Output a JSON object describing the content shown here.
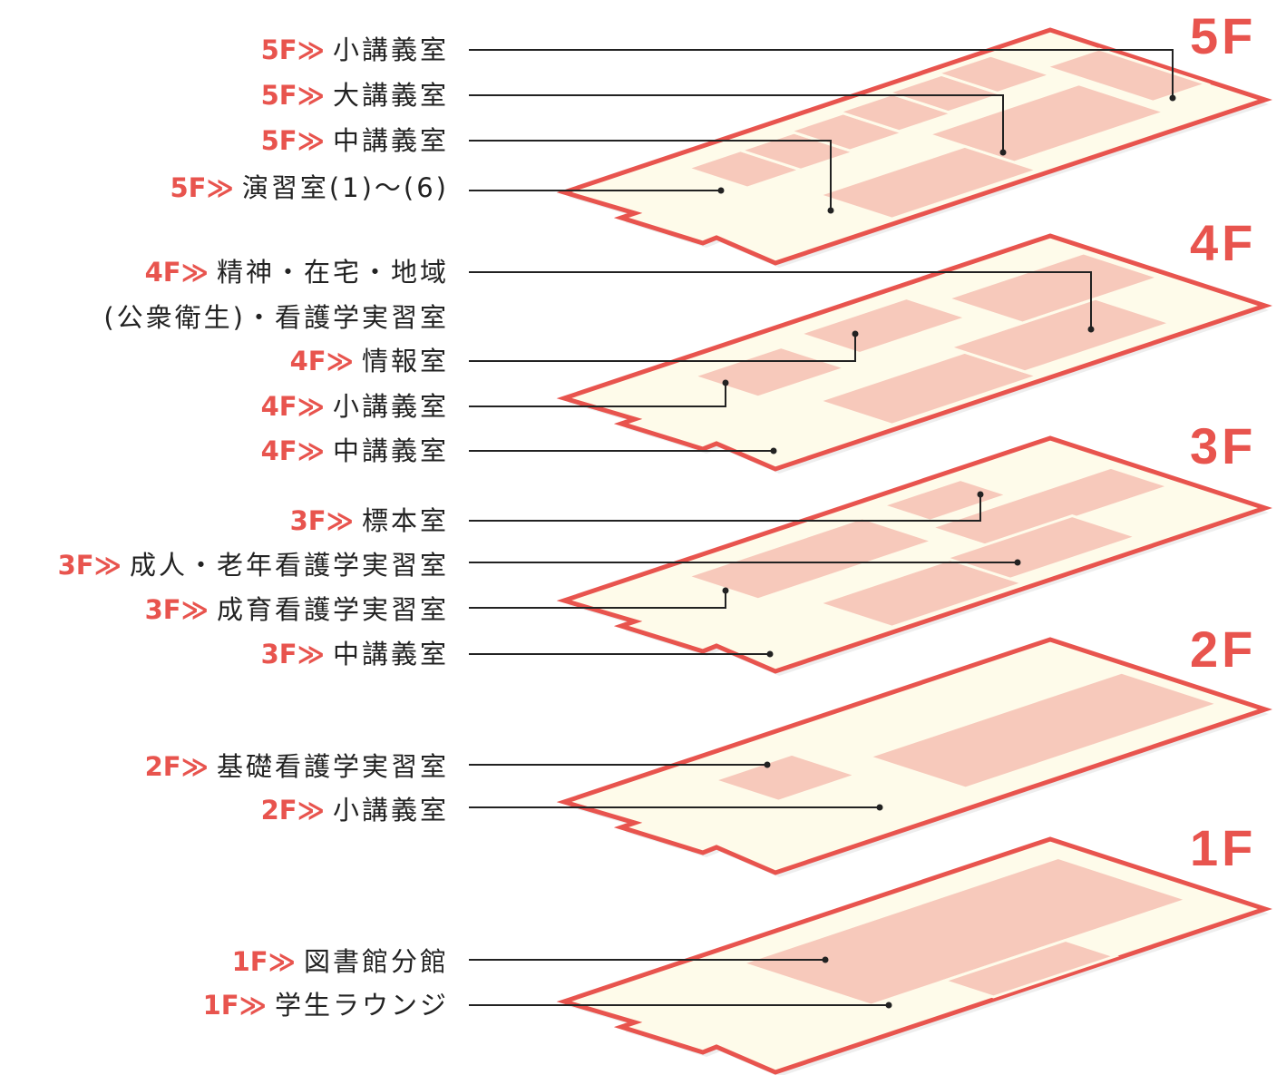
{
  "colors": {
    "accent": "#e8544e",
    "floor_fill": "#fefbea",
    "room_fill": "#f7c9bb",
    "line": "#222222"
  },
  "arrow_glyph": "≫",
  "floors": [
    {
      "name": "5F",
      "labels": [
        {
          "floor": "5F",
          "room": "小講義室"
        },
        {
          "floor": "5F",
          "room": "大講義室"
        },
        {
          "floor": "5F",
          "room": "中講義室"
        },
        {
          "floor": "5F",
          "room": "演習室(1)～(6)"
        }
      ]
    },
    {
      "name": "4F",
      "labels": [
        {
          "floor": "4F",
          "room": "精神・在宅・地域"
        },
        {
          "floor": "",
          "room": "(公衆衛生)・看護学実習室"
        },
        {
          "floor": "4F",
          "room": "情報室"
        },
        {
          "floor": "4F",
          "room": "小講義室"
        },
        {
          "floor": "4F",
          "room": "中講義室"
        }
      ]
    },
    {
      "name": "3F",
      "labels": [
        {
          "floor": "3F",
          "room": "標本室"
        },
        {
          "floor": "3F",
          "room": "成人・老年看護学実習室"
        },
        {
          "floor": "3F",
          "room": "成育看護学実習室"
        },
        {
          "floor": "3F",
          "room": "中講義室"
        }
      ]
    },
    {
      "name": "2F",
      "labels": [
        {
          "floor": "2F",
          "room": "基礎看護学実習室"
        },
        {
          "floor": "2F",
          "room": "小講義室"
        }
      ]
    },
    {
      "name": "1F",
      "labels": [
        {
          "floor": "1F",
          "room": "図書館分館"
        },
        {
          "floor": "1F",
          "room": "学生ラウンジ"
        }
      ]
    }
  ]
}
